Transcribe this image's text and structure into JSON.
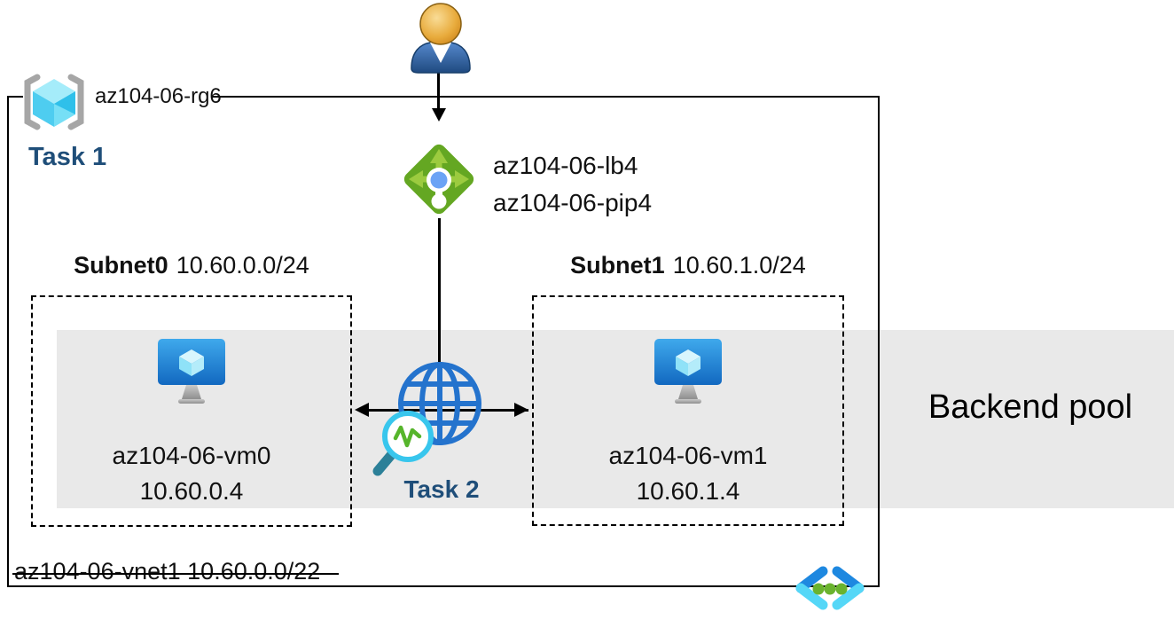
{
  "diagram": {
    "resource_group": {
      "name": "az104-06-rg6",
      "task": "Task 1"
    },
    "user": {
      "icon": "user-icon"
    },
    "load_balancer": {
      "name": "az104-06-lb4",
      "public_ip": "az104-06-pip4",
      "icon": "load-balancer-icon"
    },
    "subnets": [
      {
        "name": "Subnet0",
        "cidr": "10.60.0.0/24",
        "vm_name": "az104-06-vm0",
        "vm_ip": "10.60.0.4"
      },
      {
        "name": "Subnet1",
        "cidr": "10.60.1.0/24",
        "vm_name": "az104-06-vm1",
        "vm_ip": "10.60.1.4"
      }
    ],
    "health_probe": {
      "task": "Task 2",
      "icon": "globe-health-probe-icon"
    },
    "backend_pool": {
      "label": "Backend pool"
    },
    "vnet": {
      "name": "az104-06-vnet1",
      "cidr": "10.60.0.0/22",
      "icon": "virtual-network-icon"
    },
    "colors": {
      "task_text": "#1f4e79",
      "band_gray": "#e9e9e9",
      "lb_green": "#64a722",
      "lb_arrow_green": "#9ccb3f",
      "lb_dot_blue": "#6ba3f5",
      "globe_blue": "#2473cd",
      "magnifier_cyan": "#38c6ed",
      "probe_green": "#56b52b",
      "vm_monitor_blue": "#1b74c9",
      "cube_cyan": "#55d4f2",
      "vnet_blue": "#1e88e0",
      "vnet_cyan": "#55d7f7",
      "vnet_dot_green": "#6ab32e",
      "bracket_gray": "#a6a6a6",
      "person_head_orange": "#dc9426",
      "person_body_blue": "#2f5f9e"
    }
  }
}
